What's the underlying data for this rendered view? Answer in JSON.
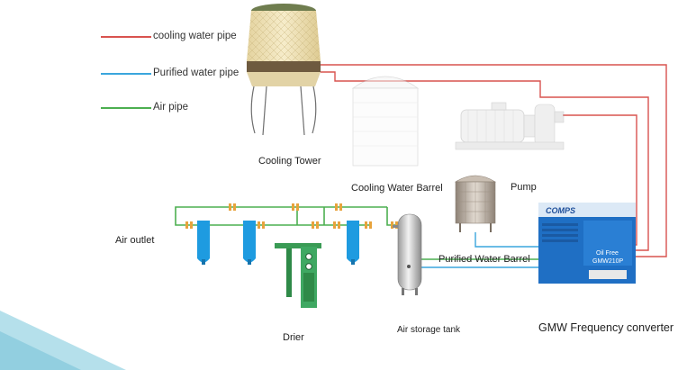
{
  "legend": [
    {
      "label": "cooling water pipe",
      "color": "#d9534f"
    },
    {
      "label": "Purified water pipe",
      "color": "#3aa6dd"
    },
    {
      "label": "Air pipe",
      "color": "#4caf50"
    }
  ],
  "components": {
    "cooling_tower": "Cooling Tower",
    "cooling_water_barrel": "Cooling Water  Barrel",
    "pump": "Pump",
    "air_outlet": "Air outlet",
    "purified_water_barrel": "Purified Water Barrel",
    "drier": "Drier",
    "air_storage_tank": "Air storage tank",
    "converter": "GMW Frequency converter"
  },
  "compressor_panel": {
    "brand": "COMPS",
    "subtitle": "Oil Free",
    "model": "GMW210P"
  },
  "colors": {
    "cooling": "#d9534f",
    "purified": "#3aa6dd",
    "air": "#4caf50",
    "fitting": "#e8a33c",
    "filter": "#1e9be0",
    "tower": "#eadbb0",
    "compressor": "#1f6fc4",
    "corner": "#a8dbe8"
  }
}
